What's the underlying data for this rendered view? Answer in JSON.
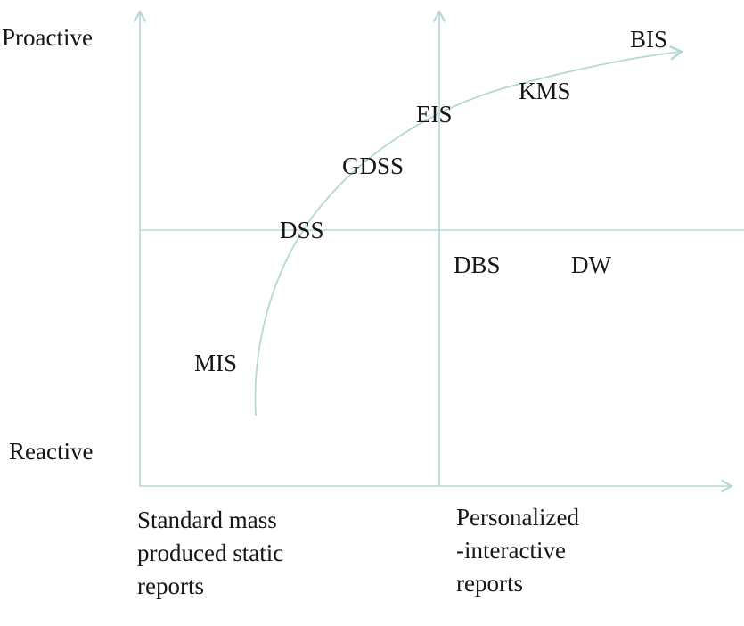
{
  "diagram": {
    "line_color": "#b6d7d8",
    "text_color": "#161616",
    "y_axis": {
      "top_label": "Proactive",
      "bottom_label": "Reactive"
    },
    "x_axis_labels": {
      "left_lines": [
        "Standard mass",
        "produced static",
        "reports"
      ],
      "right_lines": [
        "Personalized",
        "-interactive",
        "reports"
      ]
    },
    "nodes": {
      "mis": "MIS",
      "dss": "DSS",
      "gdss": "GDSS",
      "eis": "EIS",
      "kms": "KMS",
      "bis": "BIS",
      "dbs": "DBS",
      "dw": "DW"
    }
  }
}
